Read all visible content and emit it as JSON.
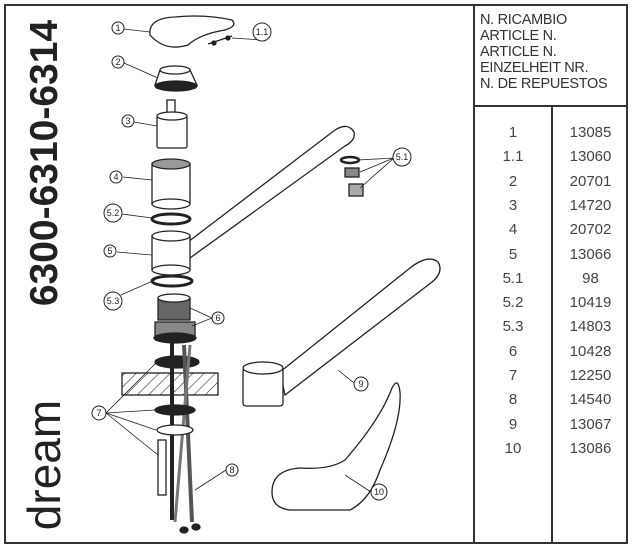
{
  "title": {
    "model": "6300-6310-6314",
    "brand": "dream"
  },
  "table": {
    "header": [
      "N. RICAMBIO",
      "ARTICLE N.",
      "ARTICLE N.",
      "EINZELHEIT NR.",
      "N. DE REPUESTOS"
    ],
    "rows": [
      {
        "n": "1",
        "code": "13085"
      },
      {
        "n": "1.1",
        "code": "13060"
      },
      {
        "n": "2",
        "code": "20701"
      },
      {
        "n": "3",
        "code": "14720"
      },
      {
        "n": "4",
        "code": "20702"
      },
      {
        "n": "5",
        "code": "13066"
      },
      {
        "n": "5.1",
        "code": "98"
      },
      {
        "n": "5.2",
        "code": "10419"
      },
      {
        "n": "5.3",
        "code": "14803"
      },
      {
        "n": "6",
        "code": "10428"
      },
      {
        "n": "7",
        "code": "12250"
      },
      {
        "n": "8",
        "code": "14540"
      },
      {
        "n": "9",
        "code": "13067"
      },
      {
        "n": "10",
        "code": "13086"
      }
    ]
  },
  "callouts": [
    "1",
    "1.1",
    "2",
    "3",
    "4",
    "5.2",
    "5",
    "5.3",
    "6",
    "5.1",
    "7",
    "8",
    "9",
    "10"
  ]
}
